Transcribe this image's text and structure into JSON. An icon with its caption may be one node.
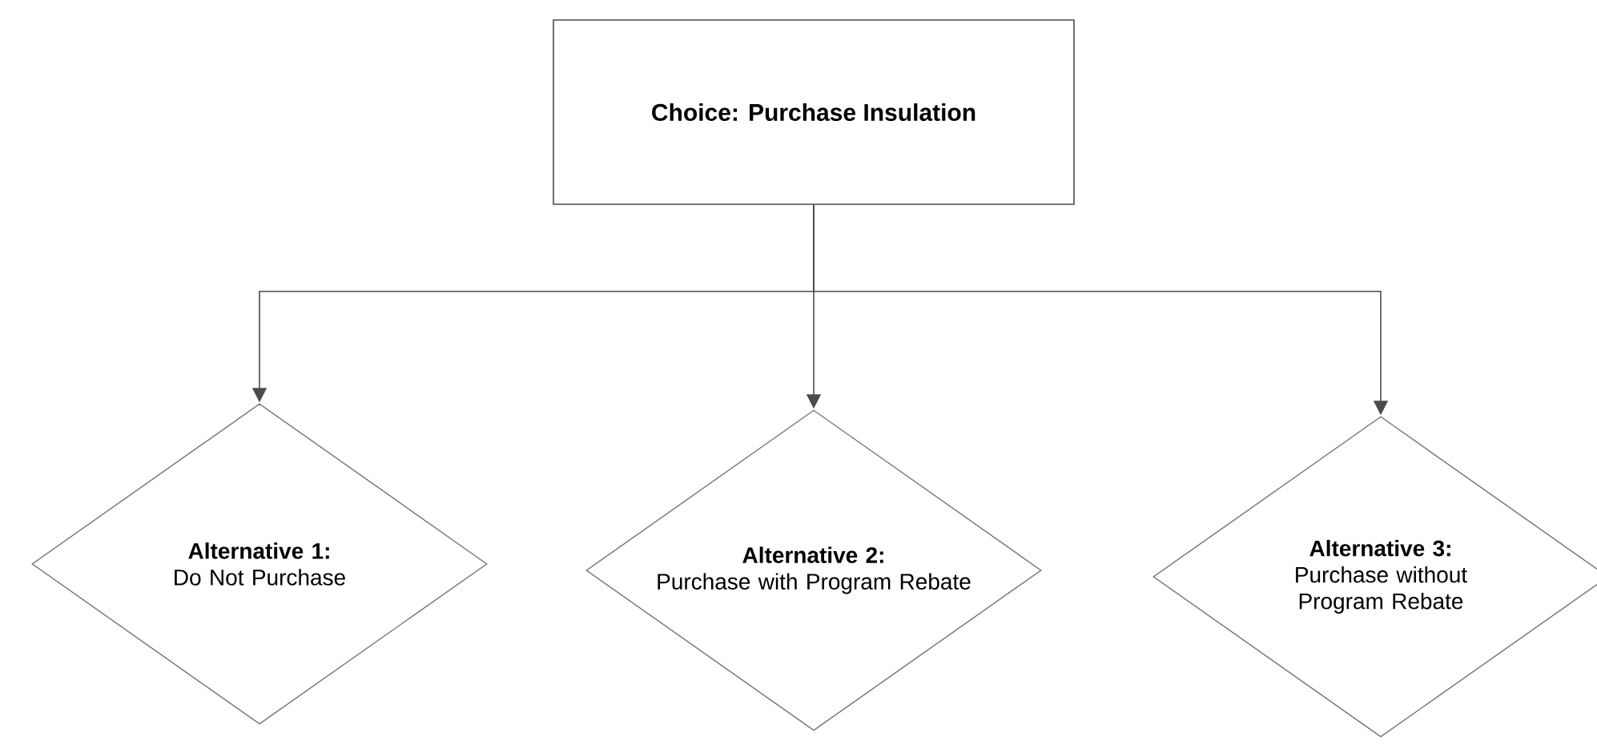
{
  "diagram": {
    "nodes": [
      {
        "text": [
          "Choice:  Purchase Insulation"
        ]
      },
      {
        "text": [
          "Alternative 1:",
          "Do Not Purchase"
        ]
      },
      {
        "text": [
          "Alternative 2:",
          "Purchase with Program Rebate"
        ]
      },
      {
        "text": [
          "Alternative 3:",
          "Purchase without Program Rebate"
        ]
      }
    ],
    "edges": [
      {
        "from": 0,
        "to": 1,
        "arrow": "to"
      },
      {
        "from": 0,
        "to": 2,
        "arrow": "to"
      },
      {
        "from": 0,
        "to": 3,
        "arrow": "to"
      }
    ]
  }
}
